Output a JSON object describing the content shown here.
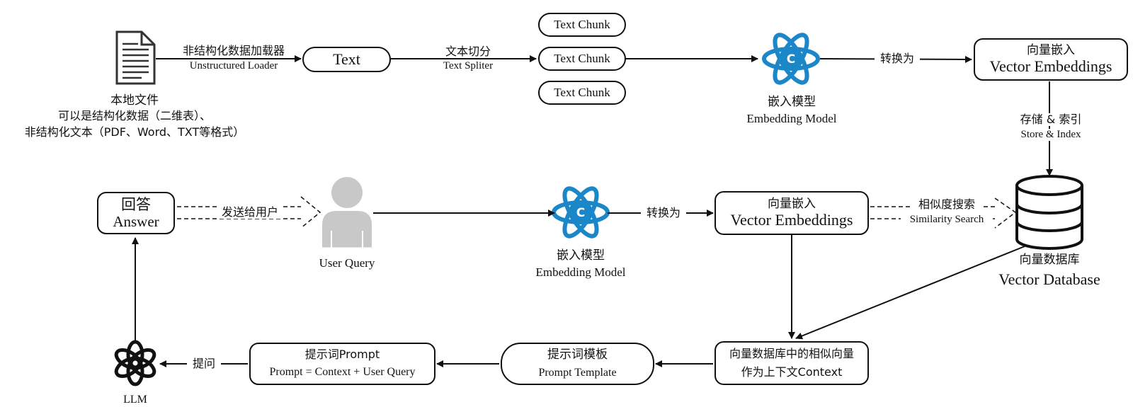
{
  "local_file": {
    "title": "本地文件",
    "line1": "可以是结构化数据（二维表）、",
    "line2": "非结构化文本（PDF、Word、TXT等格式）"
  },
  "loader": {
    "cn": "非结构化数据加载器",
    "en": "Unstructured Loader"
  },
  "text_node": "Text",
  "splitter": {
    "cn": "文本切分",
    "en": "Text Spliter"
  },
  "chunks": [
    "Text Chunk",
    "Text Chunk",
    "Text Chunk"
  ],
  "embedding_model_top": {
    "cn": "嵌入模型",
    "en": "Embedding Model"
  },
  "convert_top": "转换为",
  "vector_embeddings_top": {
    "cn": "向量嵌入",
    "en": "Vector Embeddings"
  },
  "store_index": {
    "cn": "存储 & 索引",
    "en": "Store & Index"
  },
  "vector_db": {
    "cn": "向量数据库",
    "en": "Vector Database"
  },
  "answer": {
    "cn": "回答",
    "en": "Answer"
  },
  "send_to_user": "发送给用户",
  "user_query": "User Query",
  "embedding_model_mid": {
    "cn": "嵌入模型",
    "en": "Embedding Model"
  },
  "convert_mid": "转换为",
  "vector_embeddings_mid": {
    "cn": "向量嵌入",
    "en": "Vector Embeddings"
  },
  "similarity": {
    "cn": "相似度搜索",
    "en": "Similarity Search"
  },
  "context_box": {
    "line1": "向量数据库中的相似向量",
    "line2": "作为上下文Context"
  },
  "prompt_template": {
    "cn": "提示词模板",
    "en": "Prompt Template"
  },
  "prompt": {
    "cn": "提示词Prompt",
    "en": "Prompt = Context + User Query"
  },
  "ask": "提问",
  "llm": "LLM",
  "colors": {
    "line": "#111111",
    "atom_blue": "#1b87c9",
    "user_gray": "#c8c8c8"
  },
  "icons": [
    "document-icon",
    "atom-icon",
    "database-icon",
    "user-icon",
    "openai-icon"
  ]
}
